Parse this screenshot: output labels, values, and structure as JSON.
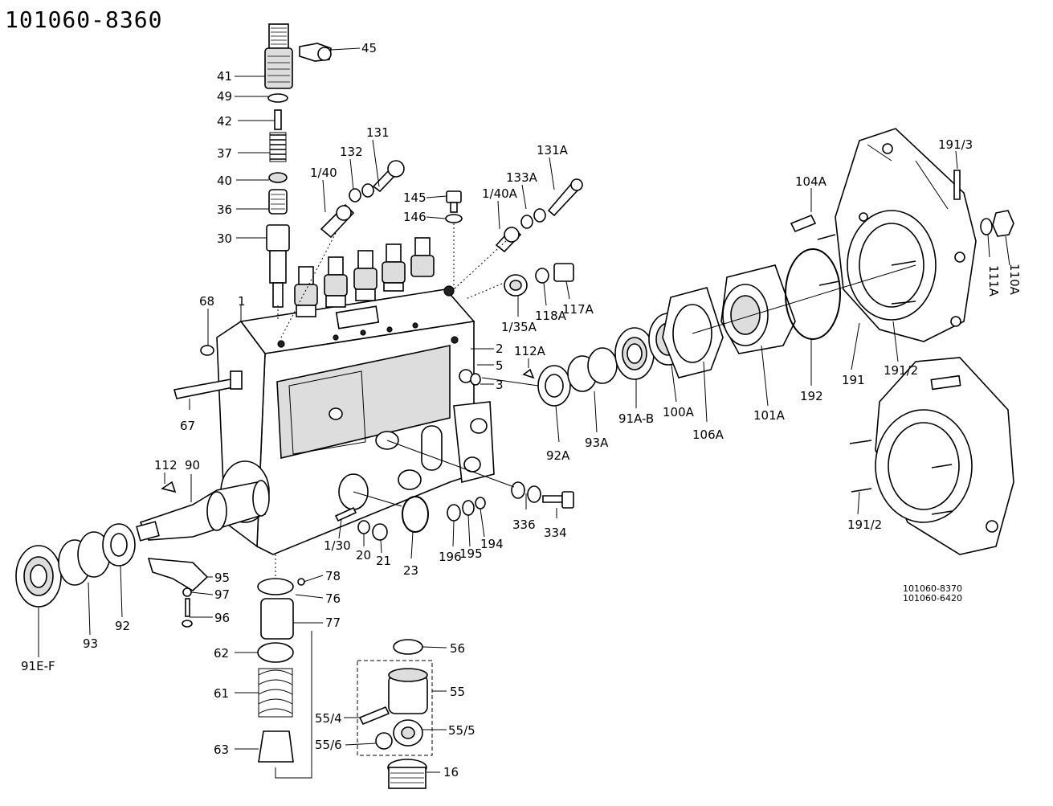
{
  "title": "101060-8360",
  "notes": [
    "101060-8370",
    "101060-6420"
  ],
  "callouts": {
    "c45": "45",
    "c41": "41",
    "c49": "49",
    "c42": "42",
    "c37": "37",
    "c40": "40",
    "c36": "36",
    "c30": "30",
    "c68": "68",
    "c1": "1",
    "c67": "67",
    "c112": "112",
    "c90": "90",
    "c131": "131",
    "c132": "132",
    "c1_40": "1/40",
    "c145": "145",
    "c146": "146",
    "c131A": "131A",
    "c133A": "133A",
    "c1_40A": "1/40A",
    "c2": "2",
    "c5": "5",
    "c3": "3",
    "c112A": "112A",
    "c1_35A": "1/35A",
    "c118A": "118A",
    "c117A": "117A",
    "c104A": "104A",
    "c191_3": "191/3",
    "c111A": "111A",
    "c110A": "110A",
    "c92A": "92A",
    "c93A": "93A",
    "c91A_B": "91A-B",
    "c100A": "100A",
    "c106A": "106A",
    "c101A": "101A",
    "c192": "192",
    "c191": "191",
    "c191_2a": "191/2",
    "c191_2b": "191/2",
    "c336": "336",
    "c334": "334",
    "c196": "196",
    "c195": "195",
    "c194": "194",
    "c23": "23",
    "c1_30": "1/30",
    "c20": "20",
    "c21": "21",
    "c95": "95",
    "c97": "97",
    "c96": "96",
    "c78": "78",
    "c76": "76",
    "c77": "77",
    "c62": "62",
    "c61": "61",
    "c63": "63",
    "c56": "56",
    "c55": "55",
    "c55_4": "55/4",
    "c55_5": "55/5",
    "c55_6": "55/6",
    "c16": "16",
    "c91E_F": "91E-F",
    "c93": "93",
    "c92": "92"
  }
}
